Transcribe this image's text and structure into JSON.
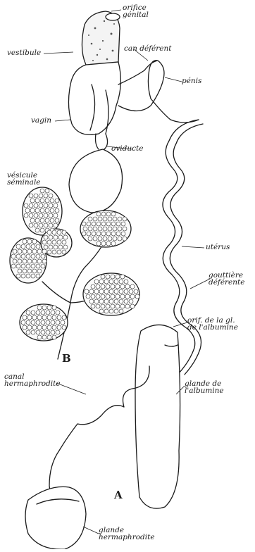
{
  "labels": {
    "orifice_genital": "orifice\ngénital",
    "vestibule": "vestibule",
    "can_deferent": "can déférent",
    "penis": "pénis",
    "vagin": "vagin",
    "oviducte": "oviducte",
    "vesicule_seminale": "vésicule\nséminale",
    "uterus": "utérus",
    "gouttiere_deferente": "gouttière\ndéférente",
    "orif_glande_albumine": "orif. de la gl.\nde l'albumine",
    "canal_hermaphrodite": "canal\nhermaphrodite",
    "glande_albumine": "glande de\nl'albumine",
    "glande_hermaphrodite": "glande\nhermaphrodite"
  },
  "panel_letters": {
    "a": "A",
    "b": "B"
  }
}
